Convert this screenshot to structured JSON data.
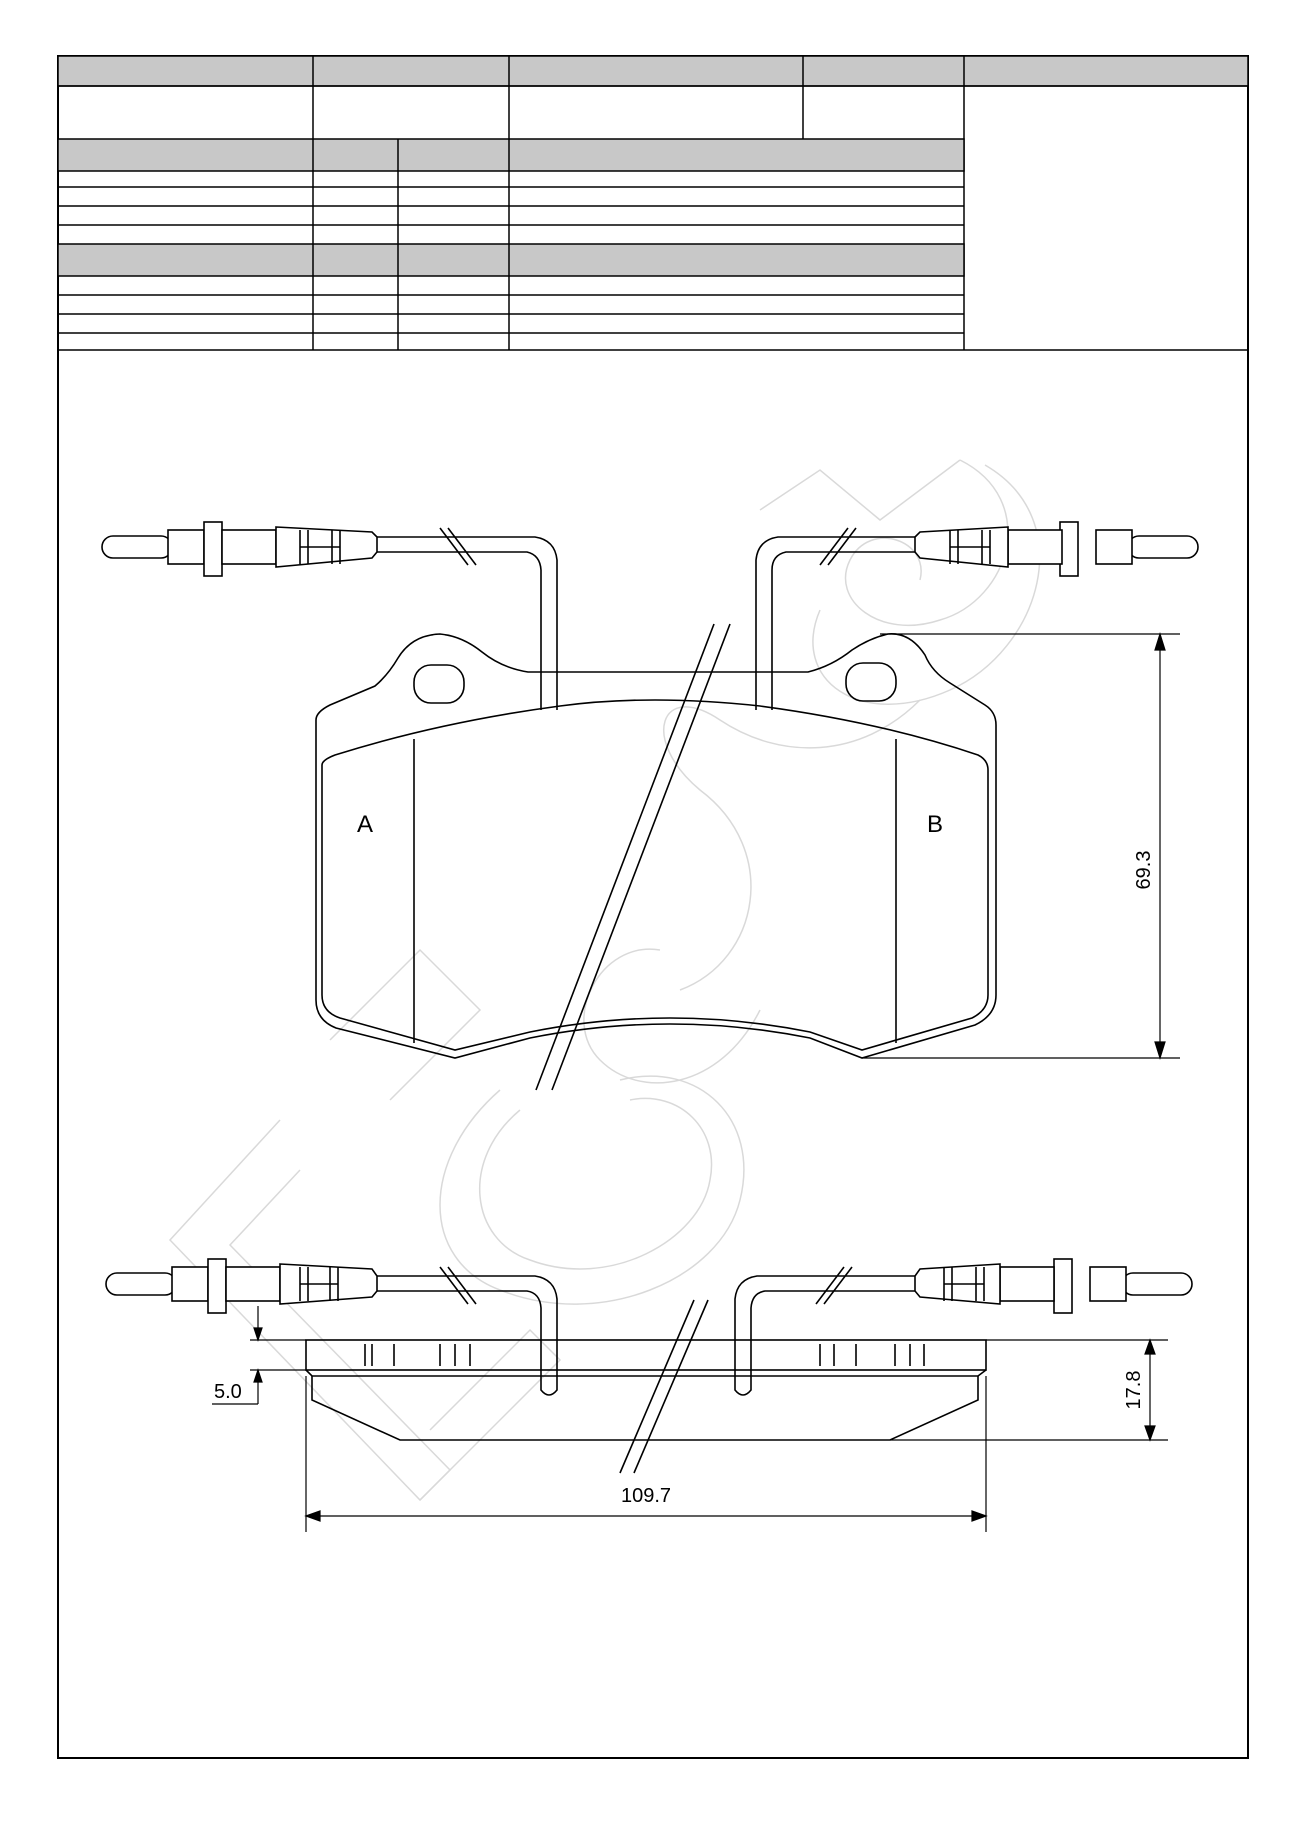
{
  "sheet": {
    "header_table": {
      "header_cells": [
        "",
        "",
        "",
        "",
        ""
      ],
      "info_cells": [
        "",
        "",
        "",
        ""
      ],
      "group_a": {
        "header": [
          "",
          "",
          "",
          ""
        ],
        "rows": [
          [
            "",
            "",
            "",
            ""
          ],
          [
            "",
            "",
            "",
            ""
          ],
          [
            "",
            "",
            "",
            ""
          ],
          [
            "",
            "",
            "",
            ""
          ]
        ]
      },
      "group_b": {
        "header": [
          "",
          "",
          "",
          ""
        ],
        "rows": [
          [
            "",
            "",
            "",
            ""
          ],
          [
            "",
            "",
            "",
            ""
          ],
          [
            "",
            "",
            "",
            ""
          ],
          [
            "",
            "",
            "",
            ""
          ]
        ]
      }
    },
    "colors": {
      "line": "#000000",
      "table_header_fill": "#c8c8c8",
      "watermark": "#d9d9d9"
    }
  },
  "drawing": {
    "front_view": {
      "label_a": "A",
      "label_b": "B",
      "height_dimension": "69.3"
    },
    "side_view": {
      "backplate_dimension": "5.0",
      "thickness_dimension": "17.8",
      "width_dimension": "109.7"
    },
    "icons": [
      "wear-sensor-connector-icon",
      "wear-sensor-connector-icon"
    ]
  }
}
